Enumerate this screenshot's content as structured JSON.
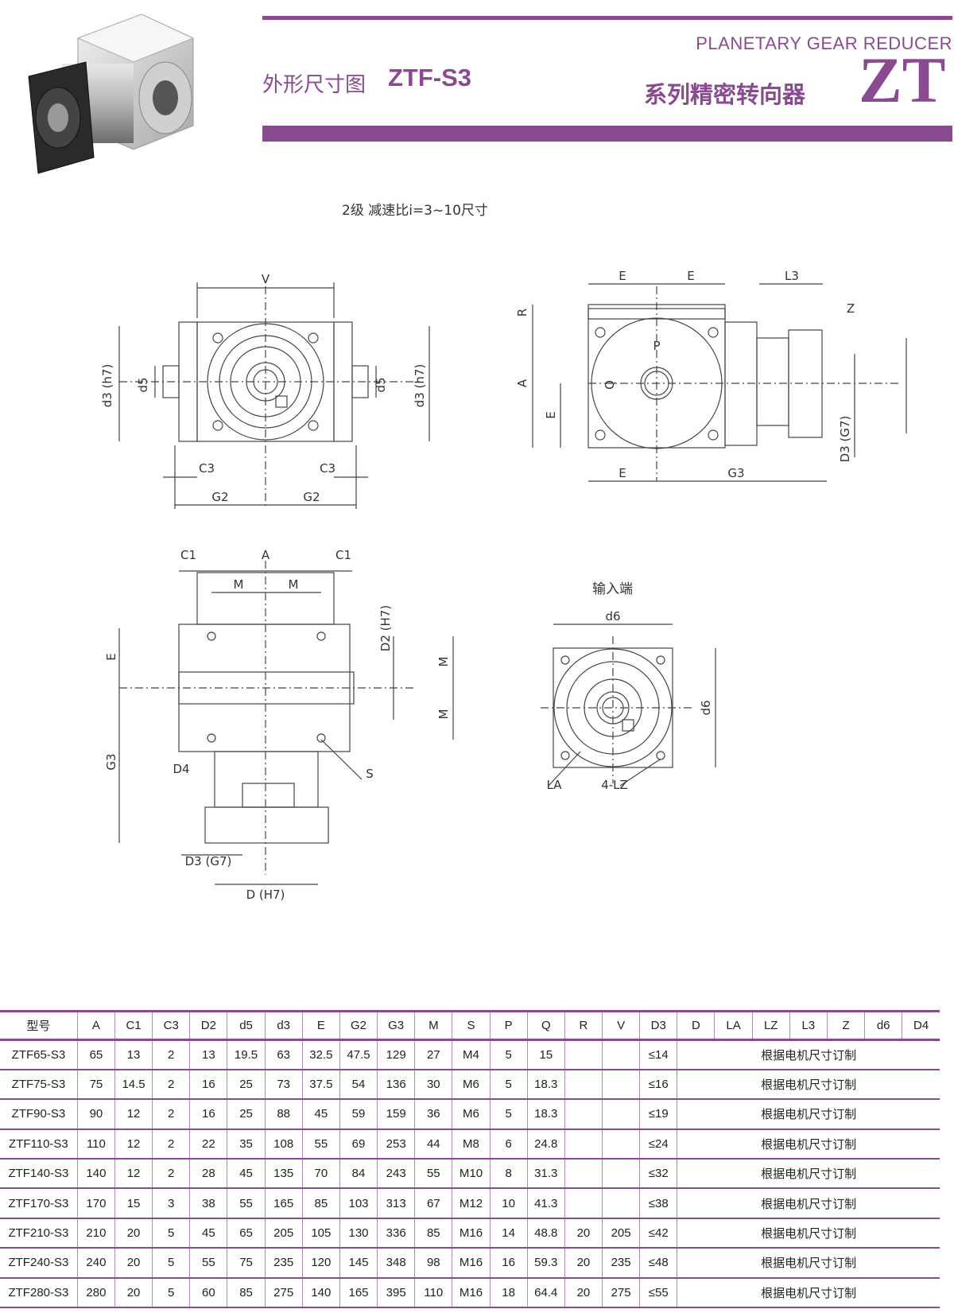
{
  "header": {
    "brand_en": "PLANETARY GEAR REDUCER",
    "title_cn": "外形尺寸图",
    "title_model": "ZTF-S3",
    "series_cn": "系列精密转向器",
    "series_code": "ZT"
  },
  "subtitle": "2级  减速比i=3~10尺寸",
  "input_label": "输入端",
  "drawing_labels": {
    "front": {
      "V": "V",
      "d3_left": "d3 (h7)",
      "d5_left": "d5",
      "d5_right": "d5",
      "d3_right": "d3 (h7)",
      "C3_left": "C3",
      "C3_right": "C3",
      "G2_left": "G2",
      "G2_right": "G2"
    },
    "side": {
      "E1": "E",
      "E2": "E",
      "L3": "L3",
      "Z": "Z",
      "R": "R",
      "A": "A",
      "P": "P",
      "Q": "Q",
      "E_left": "E",
      "E_bottom": "E",
      "G3": "G3",
      "D3": "D3 (G7)"
    },
    "top": {
      "C1_left": "C1",
      "A": "A",
      "C1_right": "C1",
      "M1": "M",
      "M2": "M",
      "D2": "D2 (H7)",
      "M3": "M",
      "M4": "M",
      "E": "E",
      "G3": "G3",
      "D4": "D4",
      "S": "S",
      "D3": "D3 (G7)",
      "D": "D (H7)"
    },
    "input": {
      "d6_top": "d6",
      "d6_right": "d6",
      "LA": "LA",
      "LZ": "4-LZ"
    }
  },
  "table": {
    "headers": [
      "型号",
      "A",
      "C1",
      "C3",
      "D2",
      "d5",
      "d3",
      "E",
      "G2",
      "G3",
      "M",
      "S",
      "P",
      "Q",
      "R",
      "V",
      "D3",
      "D",
      "LA",
      "LZ",
      "L3",
      "Z",
      "d6",
      "D4"
    ],
    "custom_note": "根据电机尺寸订制",
    "rows": [
      {
        "model": "ZTF65-S3",
        "A": "65",
        "C1": "13",
        "C3": "2",
        "D2": "13",
        "d5": "19.5",
        "d3": "63",
        "E": "32.5",
        "G2": "47.5",
        "G3": "129",
        "M": "27",
        "S": "M4",
        "P": "5",
        "Q": "15",
        "R": "",
        "V": "",
        "D3": "≤14"
      },
      {
        "model": "ZTF75-S3",
        "A": "75",
        "C1": "14.5",
        "C3": "2",
        "D2": "16",
        "d5": "25",
        "d3": "73",
        "E": "37.5",
        "G2": "54",
        "G3": "136",
        "M": "30",
        "S": "M6",
        "P": "5",
        "Q": "18.3",
        "R": "",
        "V": "",
        "D3": "≤16"
      },
      {
        "model": "ZTF90-S3",
        "A": "90",
        "C1": "12",
        "C3": "2",
        "D2": "16",
        "d5": "25",
        "d3": "88",
        "E": "45",
        "G2": "59",
        "G3": "159",
        "M": "36",
        "S": "M6",
        "P": "5",
        "Q": "18.3",
        "R": "",
        "V": "",
        "D3": "≤19"
      },
      {
        "model": "ZTF110-S3",
        "A": "110",
        "C1": "12",
        "C3": "2",
        "D2": "22",
        "d5": "35",
        "d3": "108",
        "E": "55",
        "G2": "69",
        "G3": "253",
        "M": "44",
        "S": "M8",
        "P": "6",
        "Q": "24.8",
        "R": "",
        "V": "",
        "D3": "≤24"
      },
      {
        "model": "ZTF140-S3",
        "A": "140",
        "C1": "12",
        "C3": "2",
        "D2": "28",
        "d5": "45",
        "d3": "135",
        "E": "70",
        "G2": "84",
        "G3": "243",
        "M": "55",
        "S": "M10",
        "P": "8",
        "Q": "31.3",
        "R": "",
        "V": "",
        "D3": "≤32"
      },
      {
        "model": "ZTF170-S3",
        "A": "170",
        "C1": "15",
        "C3": "3",
        "D2": "38",
        "d5": "55",
        "d3": "165",
        "E": "85",
        "G2": "103",
        "G3": "313",
        "M": "67",
        "S": "M12",
        "P": "10",
        "Q": "41.3",
        "R": "",
        "V": "",
        "D3": "≤38"
      },
      {
        "model": "ZTF210-S3",
        "A": "210",
        "C1": "20",
        "C3": "5",
        "D2": "45",
        "d5": "65",
        "d3": "205",
        "E": "105",
        "G2": "130",
        "G3": "336",
        "M": "85",
        "S": "M16",
        "P": "14",
        "Q": "48.8",
        "R": "20",
        "V": "205",
        "D3": "≤42"
      },
      {
        "model": "ZTF240-S3",
        "A": "240",
        "C1": "20",
        "C3": "5",
        "D2": "55",
        "d5": "75",
        "d3": "235",
        "E": "120",
        "G2": "145",
        "G3": "348",
        "M": "98",
        "S": "M16",
        "P": "16",
        "Q": "59.3",
        "R": "20",
        "V": "235",
        "D3": "≤48"
      },
      {
        "model": "ZTF280-S3",
        "A": "280",
        "C1": "20",
        "C3": "5",
        "D2": "60",
        "d5": "85",
        "d3": "275",
        "E": "140",
        "G2": "165",
        "G3": "395",
        "M": "110",
        "S": "M16",
        "P": "18",
        "Q": "64.4",
        "R": "20",
        "V": "275",
        "D3": "≤55"
      }
    ]
  },
  "colors": {
    "brand": "#8a4a8f",
    "rule": "#b58ab8"
  }
}
